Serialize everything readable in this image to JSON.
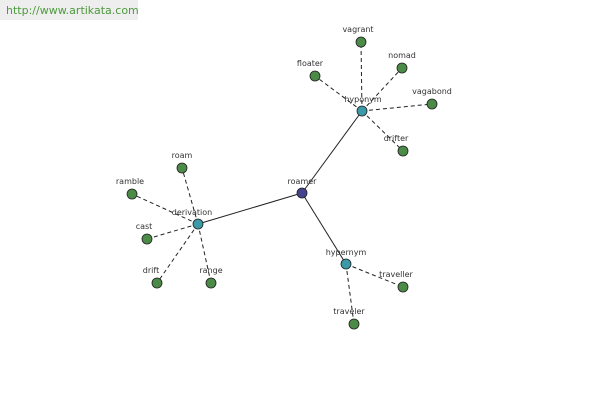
{
  "banner": {
    "url": "http://www.artikata.com"
  },
  "colors": {
    "leaf": "#4c8a48",
    "relation": "#3a9aa8",
    "center": "#44448c",
    "link": "#222222"
  },
  "graph": {
    "center": {
      "id": "roamer",
      "label": "roamer"
    },
    "relations": [
      {
        "id": "hyponym",
        "label": "hyponym",
        "leaves": [
          "vagrant",
          "nomad",
          "floater",
          "vagabond",
          "drifter"
        ]
      },
      {
        "id": "derivation",
        "label": "derivation",
        "leaves": [
          "roam",
          "ramble",
          "cast",
          "drift",
          "range"
        ]
      },
      {
        "id": "hypernym",
        "label": "hypernym",
        "leaves": [
          "traveller",
          "traveler"
        ]
      }
    ]
  }
}
